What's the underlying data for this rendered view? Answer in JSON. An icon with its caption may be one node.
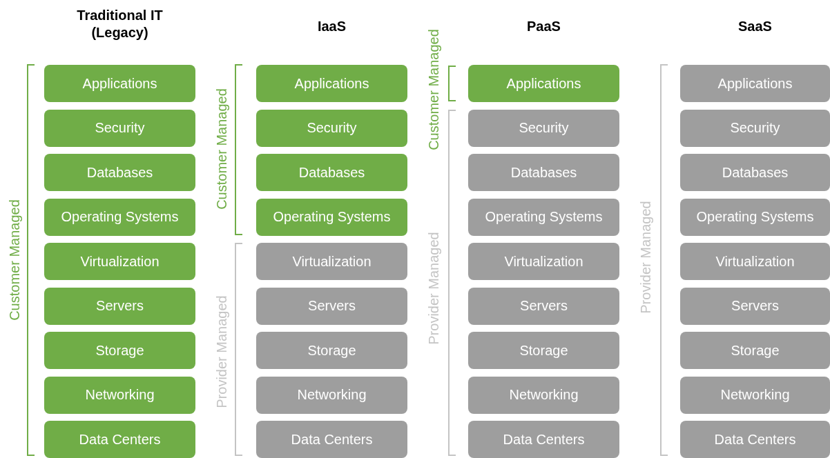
{
  "diagram": {
    "nodes": [
      {
        "text": [
          "Applications"
        ]
      },
      {
        "text": [
          "Security"
        ]
      },
      {
        "text": [
          "Databases"
        ]
      },
      {
        "text": [
          "Operating Systems"
        ]
      },
      {
        "text": [
          "Virtualization"
        ]
      },
      {
        "text": [
          "Servers"
        ]
      },
      {
        "text": [
          "Storage"
        ]
      },
      {
        "text": [
          "Networking"
        ]
      },
      {
        "text": [
          "Data Centers"
        ]
      },
      {
        "text": [
          "Applications"
        ]
      },
      {
        "text": [
          "Security"
        ]
      },
      {
        "text": [
          "Databases"
        ]
      },
      {
        "text": [
          "Operating Systems"
        ]
      },
      {
        "text": [
          "Virtualization"
        ]
      },
      {
        "text": [
          "Servers"
        ]
      },
      {
        "text": [
          "Storage"
        ]
      },
      {
        "text": [
          "Networking"
        ]
      },
      {
        "text": [
          "Data Centers"
        ]
      },
      {
        "text": [
          "Applications"
        ]
      },
      {
        "text": [
          "Security"
        ]
      },
      {
        "text": [
          "Databases"
        ]
      },
      {
        "text": [
          "Operating Systems"
        ]
      },
      {
        "text": [
          "Virtualization"
        ]
      },
      {
        "text": [
          "Servers"
        ]
      },
      {
        "text": [
          "Storage"
        ]
      },
      {
        "text": [
          "Networking"
        ]
      },
      {
        "text": [
          "Data Centers"
        ]
      },
      {
        "text": [
          "Applications"
        ]
      },
      {
        "text": [
          "Security"
        ]
      },
      {
        "text": [
          "Databases"
        ]
      },
      {
        "text": [
          "Operating Systems"
        ]
      },
      {
        "text": [
          "Virtualization"
        ]
      },
      {
        "text": [
          "Servers"
        ]
      },
      {
        "text": [
          "Storage"
        ]
      },
      {
        "text": [
          "Networking"
        ]
      },
      {
        "text": [
          "Data Centers"
        ]
      }
    ],
    "labels": [
      "Traditional IT (Legacy)",
      "IaaS",
      "PaaS",
      "SaaS",
      "Customer Managed",
      "Customer Managed",
      "Provider Managed",
      "Customer Managed",
      "Provider Managed",
      "Provider Managed"
    ]
  }
}
